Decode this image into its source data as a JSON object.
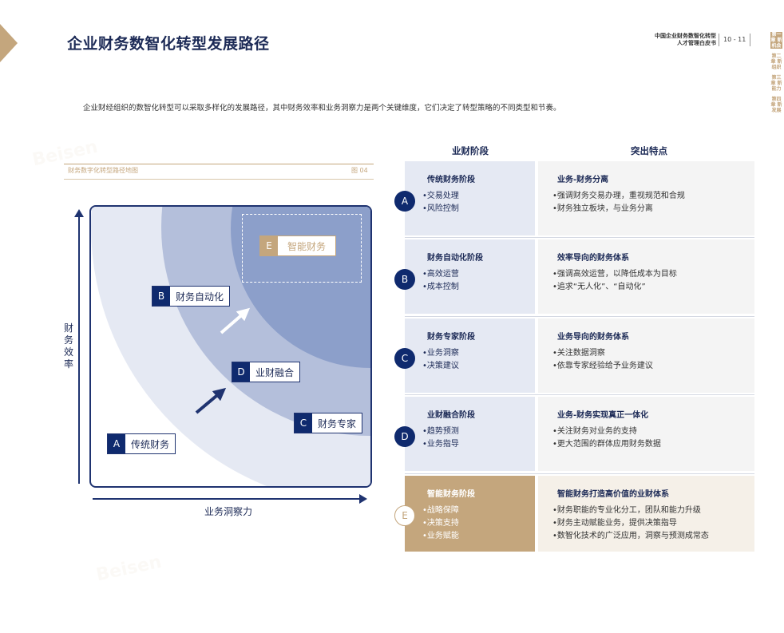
{
  "header": {
    "page_title": "企业财务数智化转型发展路径",
    "doc_title_line1": "中国企业财务数智化转型",
    "doc_title_line2": "人才管理白皮书",
    "page_numbers": "10 - 11",
    "chapters": [
      {
        "label": "第一章 新机会",
        "active": true
      },
      {
        "label": "第二章 新组织",
        "active": false
      },
      {
        "label": "第三章 新能力",
        "active": false
      },
      {
        "label": "第四章 新发展",
        "active": false
      }
    ]
  },
  "intro": "企业财经组织的数智化转型可以采取多样化的发展路径，其中财务效率和业务洞察力是两个关键维度，它们决定了转型策略的不同类型和节奏。",
  "figure": {
    "title": "财务数字化转型路径地图",
    "number": "图 04",
    "y_axis_label": "财务效率",
    "x_axis_label": "业务洞察力",
    "nodes": {
      "A": {
        "letter": "A",
        "label": "传统财务"
      },
      "B": {
        "letter": "B",
        "label": "财务自动化"
      },
      "C": {
        "letter": "C",
        "label": "财务专家"
      },
      "D": {
        "letter": "D",
        "label": "业财融合"
      },
      "E": {
        "letter": "E",
        "label": "智能财务"
      }
    }
  },
  "table": {
    "col1_header": "业财阶段",
    "col2_header": "突出特点",
    "rows": [
      {
        "letter": "A",
        "stage": "传统财务阶段",
        "stage_items": [
          "•交易处理",
          "•风险控制"
        ],
        "feature_title": "业务-财务分离",
        "feature_items": [
          "•强调财务交易办理，重视规范和合规",
          "•财务独立板块，与业务分离"
        ]
      },
      {
        "letter": "B",
        "stage": "财务自动化阶段",
        "stage_items": [
          "•高效运营",
          "•成本控制"
        ],
        "feature_title": "效率导向的财务体系",
        "feature_items": [
          "•强调高效运营，以降低成本为目标",
          "•追求“无人化”、“自动化”"
        ]
      },
      {
        "letter": "C",
        "stage": "财务专家阶段",
        "stage_items": [
          "•业务洞察",
          "•决策建议"
        ],
        "feature_title": "业务导向的财务体系",
        "feature_items": [
          "•关注数据洞察",
          "•依靠专家经验给予业务建议"
        ]
      },
      {
        "letter": "D",
        "stage": "业财融合阶段",
        "stage_items": [
          "•趋势预测",
          "•业务指导"
        ],
        "feature_title": "业务-财务实现真正一体化",
        "feature_items": [
          "•关注财务对业务的支持",
          "•更大范围的群体应用财务数据"
        ]
      },
      {
        "letter": "E",
        "stage": "智能财务阶段",
        "stage_items": [
          "•战略保障",
          "•决策支持",
          "•业务赋能"
        ],
        "feature_title": "智能财务打造高价值的业财体系",
        "feature_items": [
          "•财务职能的专业化分工，团队和能力升级",
          "•财务主动赋能业务，提供决策指导",
          "•数智化技术的广泛应用，洞察与预测成常态"
        ]
      }
    ]
  },
  "colors": {
    "navy": "#0f2a6e",
    "gold": "#c4a67d"
  }
}
